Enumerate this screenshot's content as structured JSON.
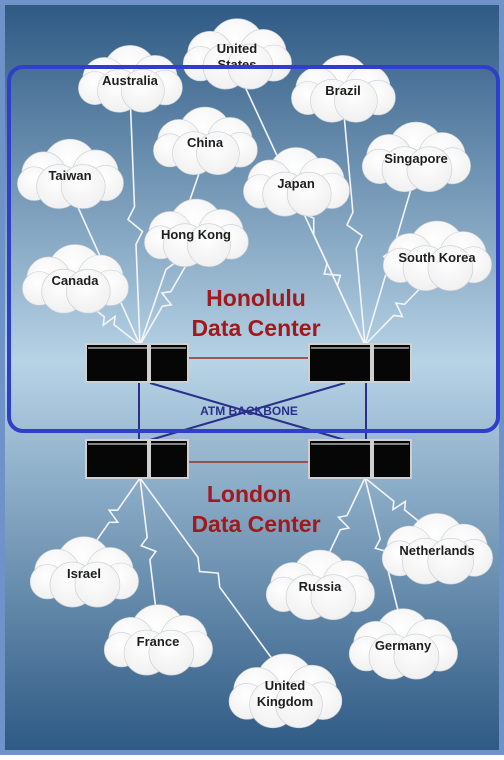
{
  "colors": {
    "frame": "#6f93c8",
    "background_top": "#2f5a84",
    "background_mid": "#b7d3e6",
    "background_bottom": "#2f5a84",
    "highlight": "#2f3fcc",
    "center_label": "#a0191c",
    "backbone": "#2a2f8a",
    "server_link": "#9b2b2b",
    "cloud_fill": "#eeeeee",
    "cloud_text": "#1e1e1e",
    "lightning": "#f2f4f7",
    "server_body": "#060606",
    "server_border": "#d0d0d0"
  },
  "honolulu": {
    "title_line1": "Honolulu",
    "title_line2": "Data Center"
  },
  "london": {
    "title_line1": "London",
    "title_line2": "Data Center"
  },
  "backbone_label": "ATM BACKBONE",
  "clouds": [
    {
      "id": "australia",
      "line1": "Australia",
      "line2": ""
    },
    {
      "id": "united-states",
      "line1": "United",
      "line2": "States"
    },
    {
      "id": "brazil",
      "line1": "Brazil",
      "line2": ""
    },
    {
      "id": "china",
      "line1": "China",
      "line2": ""
    },
    {
      "id": "taiwan",
      "line1": "Taiwan",
      "line2": ""
    },
    {
      "id": "japan",
      "line1": "Japan",
      "line2": ""
    },
    {
      "id": "singapore",
      "line1": "Singapore",
      "line2": ""
    },
    {
      "id": "hong-kong",
      "line1": "Hong Kong",
      "line2": ""
    },
    {
      "id": "canada",
      "line1": "Canada",
      "line2": ""
    },
    {
      "id": "south-korea",
      "line1": "South Korea",
      "line2": ""
    },
    {
      "id": "israel",
      "line1": "Israel",
      "line2": ""
    },
    {
      "id": "netherlands",
      "line1": "Netherlands",
      "line2": ""
    },
    {
      "id": "russia",
      "line1": "Russia",
      "line2": ""
    },
    {
      "id": "france",
      "line1": "France",
      "line2": ""
    },
    {
      "id": "germany",
      "line1": "Germany",
      "line2": ""
    },
    {
      "id": "united-kingdom",
      "line1": "United",
      "line2": "Kingdom"
    }
  ]
}
